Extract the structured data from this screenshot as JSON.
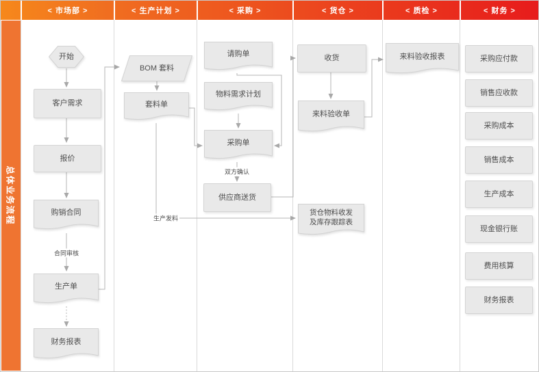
{
  "sidebar": {
    "title": "总体业务流程"
  },
  "lanes": [
    {
      "label": "< 市场部 >"
    },
    {
      "label": "< 生产计划 >"
    },
    {
      "label": "< 采购 >"
    },
    {
      "label": "< 货仓 >"
    },
    {
      "label": "< 质检 >"
    },
    {
      "label": "< 财务 >"
    }
  ],
  "nodes": {
    "start": {
      "label": "开始"
    },
    "customer_demand": {
      "label": "客户需求"
    },
    "quotation": {
      "label": "报价"
    },
    "sales_contract": {
      "label": "购销合同"
    },
    "production_order": {
      "label": "生产单"
    },
    "finance_report_marketing": {
      "label": "财务报表"
    },
    "bom_nesting": {
      "label": "BOM 套料"
    },
    "nesting_order": {
      "label": "套料单"
    },
    "purchase_request": {
      "label": "请购单"
    },
    "material_requirement_plan": {
      "label": "物料需求计划"
    },
    "purchase_order": {
      "label": "采购单"
    },
    "supplier_delivery": {
      "label": "供应商送货"
    },
    "receiving": {
      "label": "收货"
    },
    "incoming_inspection": {
      "label": "来料验收单"
    },
    "warehouse_tracking": {
      "label_line1": "货仓物料收发",
      "label_line2": "及库存跟踪表"
    },
    "inspection_report": {
      "label": "来料验收报表"
    },
    "accounts_payable": {
      "label": "采购应付款"
    },
    "accounts_receivable": {
      "label": "销售应收款"
    },
    "purchase_cost": {
      "label": "采购成本"
    },
    "sales_cost": {
      "label": "销售成本"
    },
    "production_cost": {
      "label": "生产成本"
    },
    "cash_bank_account": {
      "label": "现金银行账"
    },
    "expense_accounting": {
      "label": "费用核算"
    },
    "finance_report": {
      "label": "财务报表"
    }
  },
  "edge_labels": {
    "contract_review": "合同审核",
    "mutual_confirmation": "双方确认",
    "production_material_issue": "生产发料"
  },
  "colors": {
    "header_gradient_start": "#F6881B",
    "header_gradient_end": "#E71C1C",
    "sidebar_orange": "#EF7431",
    "node_fill": "#E9E9E9",
    "node_border": "#D4D4D4",
    "connector_gray": "#B5B5B5",
    "lane_divider": "#D9D9D9",
    "node_text": "#4D4D4D"
  }
}
